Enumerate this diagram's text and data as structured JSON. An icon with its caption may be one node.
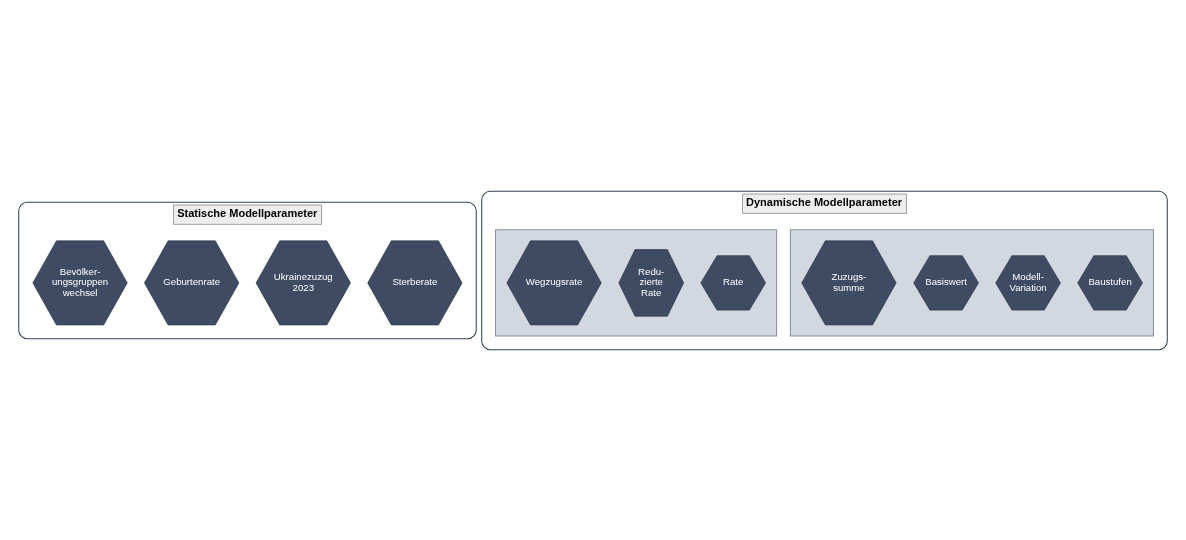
{
  "diagram": {
    "nodes": [
      {
        "text": [
          "Statische Modellparameter"
        ]
      },
      {
        "text": [
          "Bevölker- ungsgruppen wechsel"
        ],
        "in": 0
      },
      {
        "text": [
          "Geburtenrate"
        ],
        "in": 0
      },
      {
        "text": [
          "Ukrainezuzug 2023"
        ],
        "in": 0
      },
      {
        "text": [
          "Sterberate"
        ],
        "in": 0
      },
      {
        "text": [
          "Dynamische Modellparameter"
        ]
      },
      {
        "text": [],
        "shape": "hexagon",
        "in": 5
      },
      {
        "text": [
          "Wegzugsrate"
        ],
        "in": 6
      },
      {
        "text": [
          "Redu- zierte Rate"
        ],
        "in": 6
      },
      {
        "text": [
          "Rate"
        ],
        "in": 6
      },
      {
        "text": [],
        "shape": "hexagon",
        "in": 5
      },
      {
        "text": [
          "Zuzugs- summe"
        ],
        "in": 10
      },
      {
        "text": [
          "Basiswert"
        ],
        "in": 10
      },
      {
        "text": [
          "Modell- Variation"
        ],
        "in": 10
      },
      {
        "text": [
          "Baustufen"
        ],
        "in": 10
      }
    ],
    "edges": []
  }
}
